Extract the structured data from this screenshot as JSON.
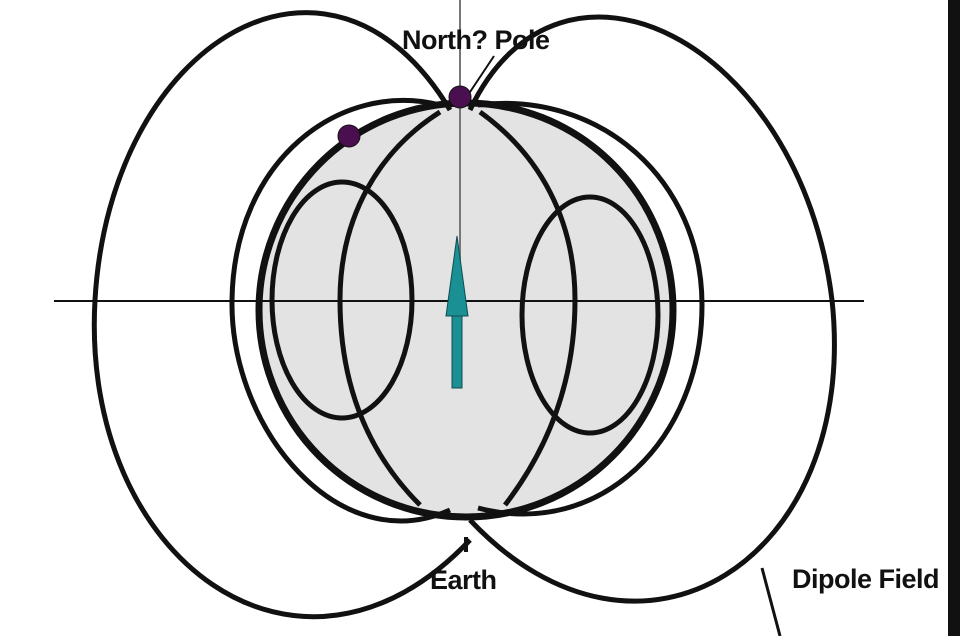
{
  "labels": {
    "north_pole": "North? Pole",
    "earth": "Earth",
    "dipole_field": "Dipole Field"
  },
  "colors": {
    "background": "#ffffff",
    "earth_fill": "#e3e3e3",
    "line": "#111111",
    "pole_marker": "#4a0f4f",
    "compass_needle": "#1a8f94"
  }
}
